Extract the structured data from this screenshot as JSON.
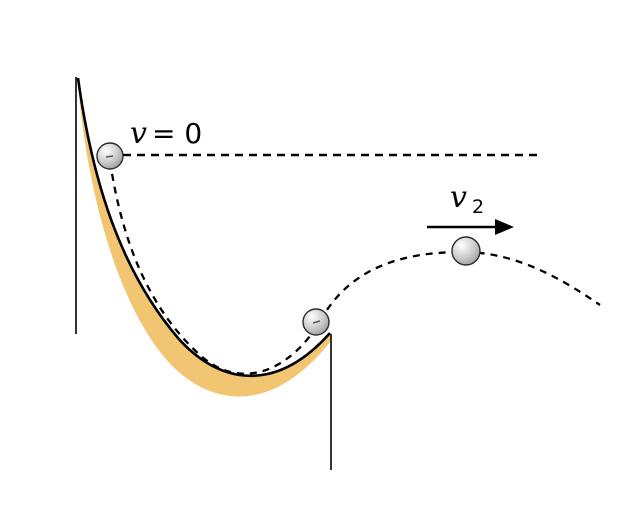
{
  "diagram": {
    "title": "ball-on-curved-track energy diagram",
    "labels": {
      "v0": {
        "var": "v",
        "rest": " = 0"
      },
      "v2": {
        "var": "v",
        "sub": "2"
      }
    },
    "colors": {
      "background": "#ffffff",
      "track_fill": "#f2c572",
      "outline": "#000000",
      "ball_highlight": "#ffffff",
      "ball_mid": "#c9c9c9",
      "ball_shadow": "#8f8f8f",
      "ball_stroke": "#2b2b2b"
    }
  }
}
